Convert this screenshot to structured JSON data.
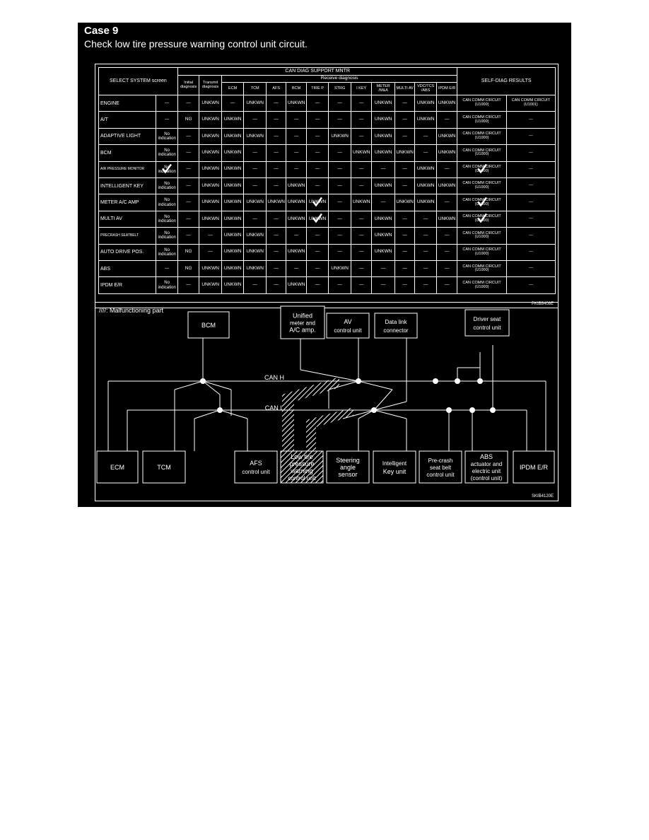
{
  "header": {
    "case_title": "Case 9",
    "case_subtitle": "Check low tire pressure warning control unit circuit."
  },
  "table": {
    "title": "CAN DIAG SUPPORT MNTR",
    "select_label": "SELECT SYSTEM screen",
    "initial_diag": "Initial diagnosis",
    "transmit_diag": "Transmit diagnosis",
    "receive_label": "Receive diagnosis",
    "self_diag_label": "SELF-DIAG RESULTS",
    "receive_cols": [
      "ECM",
      "TCM",
      "AFS",
      "BCM",
      "TIRE P",
      "STRG",
      "I KEY",
      "METER /M&A",
      "MULTI AV",
      "VDC/TCS /ABS",
      "IPDM E/R"
    ],
    "rows": [
      {
        "system": "ENGINE",
        "ind": "—",
        "init": "—",
        "trans": "UNKWN",
        "recv": [
          "—",
          "UNKWN",
          "—",
          "UNKWN",
          "—",
          "—",
          "—",
          "UNKWN",
          "—",
          "UNKWN",
          "UNKWN"
        ],
        "res1": "CAN COMM CIRCUIT (U1000)",
        "res2": "CAN COMM CIRCUIT (U1001)"
      },
      {
        "system": "A/T",
        "ind": "—",
        "init": "NG",
        "trans": "UNKWN",
        "recv": [
          "UNKWN",
          "—",
          "—",
          "—",
          "—",
          "—",
          "—",
          "UNKWN",
          "—",
          "UNKWN",
          "—"
        ],
        "res1": "CAN COMM CIRCUIT (U1000)",
        "res2": "—"
      },
      {
        "system": "ADAPTIVE LIGHT",
        "ind": "No indication",
        "init": "—",
        "trans": "UNKWN",
        "recv": [
          "UNKWN",
          "UNKWN",
          "—",
          "—",
          "—",
          "UNKWN",
          "—",
          "UNKWN",
          "—",
          "—",
          "UNKWN"
        ],
        "res1": "CAN COMM CIRCUIT (U1000)",
        "res2": "—"
      },
      {
        "system": "BCM",
        "ind": "No indication",
        "init": "—",
        "trans": "UNKWN",
        "recv": [
          "UNKWN",
          "—",
          "—",
          "—",
          "—",
          "—",
          "UNKWN",
          "UNKWN",
          "UNKWN",
          "—",
          "UNKWN"
        ],
        "res1": "CAN COMM CIRCUIT (U1000)",
        "res2": "—"
      },
      {
        "system": "AIR PRESSURE MONITOR",
        "ind": "No indication",
        "init": "—",
        "trans": "UNKWN",
        "recv": [
          "UNKWN",
          "—",
          "—",
          "—",
          "—",
          "—",
          "—",
          "—",
          "—",
          "UNKWN",
          "—"
        ],
        "res1": "CAN COMM CIRCUIT (U1000)",
        "res2": "—"
      },
      {
        "system": "INTELLIGENT KEY",
        "ind": "No indication",
        "init": "—",
        "trans": "UNKWN",
        "recv": [
          "UNKWN",
          "—",
          "—",
          "UNKWN",
          "—",
          "—",
          "—",
          "UNKWN",
          "—",
          "UNKWN",
          "UNKWN"
        ],
        "res1": "CAN COMM CIRCUIT (U1000)",
        "res2": "—"
      },
      {
        "system": "METER A/C AMP",
        "ind": "No indication",
        "init": "—",
        "trans": "UNKWN",
        "recv": [
          "UNKWN",
          "UNKWN",
          "UNKWN",
          "UNKWN",
          "UNKWN",
          "—",
          "UNKWN",
          "—",
          "UNKWN",
          "UNKWN",
          "—"
        ],
        "res1": "CAN COMM CIRCUIT (U1000)",
        "res2": "—"
      },
      {
        "system": "MULTI AV",
        "ind": "No indication",
        "init": "—",
        "trans": "UNKWN",
        "recv": [
          "UNKWN",
          "—",
          "—",
          "UNKWN",
          "UNKWN",
          "—",
          "—",
          "UNKWN",
          "—",
          "—",
          "UNKWN"
        ],
        "res1": "CAN COMM CIRCUIT (U1000)",
        "res2": "—"
      },
      {
        "system": "PRECRASH SEATBELT",
        "ind": "No indication",
        "init": "—",
        "trans": "—",
        "recv": [
          "UNKWN",
          "UNKWN",
          "—",
          "—",
          "—",
          "—",
          "—",
          "UNKWN",
          "—",
          "—",
          "—"
        ],
        "res1": "CAN COMM CIRCUIT (U1000)",
        "res2": "—"
      },
      {
        "system": "AUTO DRIVE POS.",
        "ind": "No indication",
        "init": "NG",
        "trans": "—",
        "recv": [
          "UNKWN",
          "UNKWN",
          "—",
          "UNKWN",
          "—",
          "—",
          "—",
          "UNKWN",
          "—",
          "—",
          "—"
        ],
        "res1": "CAN COMM CIRCUIT (U1000)",
        "res2": "—"
      },
      {
        "system": "ABS",
        "ind": "—",
        "init": "NG",
        "trans": "UNKWN",
        "recv": [
          "UNKWN",
          "UNKWN",
          "—",
          "—",
          "—",
          "UNKWN",
          "—",
          "—",
          "—",
          "—",
          "—"
        ],
        "res1": "CAN COMM CIRCUIT (U1000)",
        "res2": "—"
      },
      {
        "system": "IPDM E/R",
        "ind": "No indication",
        "init": "—",
        "trans": "UNKWN",
        "recv": [
          "UNKWN",
          "—",
          "—",
          "UNKWN",
          "—",
          "—",
          "—",
          "—",
          "—",
          "—",
          "—"
        ],
        "res1": "CAN COMM CIRCUIT (U1000)",
        "res2": "—"
      }
    ],
    "code": "PKIB8408E"
  },
  "diagram": {
    "legend": "////: Malfunctioning part",
    "can_h": "CAN H",
    "can_l": "CAN L",
    "code": "SKIB4120E",
    "top_units": {
      "bcm": [
        "BCM"
      ],
      "meter": [
        "Unified",
        "meter and",
        "A/C amp."
      ],
      "av": [
        "AV",
        "control unit"
      ],
      "dlc": [
        "Data link",
        "connector"
      ],
      "driver_seat": [
        "Driver seat",
        "control unit"
      ]
    },
    "bottom_units": {
      "ecm": [
        "ECM"
      ],
      "tcm": [
        "TCM"
      ],
      "afs": [
        "AFS",
        "control unit"
      ],
      "tire": [
        "Low tire",
        "pressure",
        "warning",
        "control unit"
      ],
      "steering": [
        "Steering",
        "angle",
        "sensor"
      ],
      "ikey": [
        "Intelligent",
        "Key unit"
      ],
      "precrash": [
        "Pre-crash",
        "seat belt",
        "control unit"
      ],
      "abs": [
        "ABS",
        "actuator and",
        "electric unit",
        "(control unit)"
      ],
      "ipdm": [
        "IPDM E/R"
      ]
    }
  }
}
